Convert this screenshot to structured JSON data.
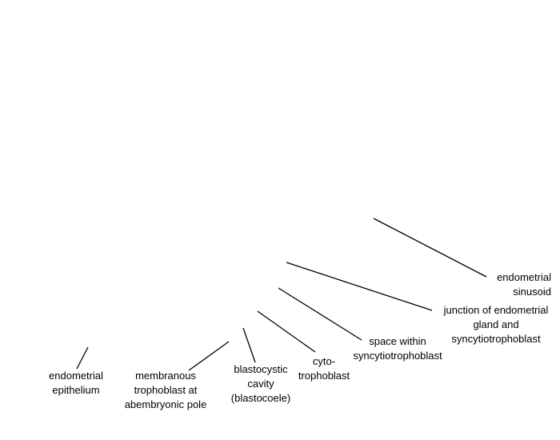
{
  "labels": {
    "endometrial_sinusoid": [
      "endometrial",
      "sinusoid"
    ],
    "junction_gland": [
      "junction of endometrial",
      "gland and",
      "syncytiotrophoblast"
    ],
    "space_within": [
      "space within",
      "syncytiotrophoblast"
    ],
    "cytotrophoblast": [
      "cyto-",
      "trophoblast"
    ],
    "blastocystic_cavity": [
      "blastocystic",
      "cavity",
      "(blastocoele)"
    ],
    "membranous_trophoblast": [
      "membranous",
      "trophoblast at",
      "abembryonic pole"
    ],
    "endometrial_epithelium": [
      "endometrial",
      "epithelium"
    ]
  },
  "colors": {
    "line": "#000000",
    "text": "#000000",
    "background": "#ffffff"
  }
}
